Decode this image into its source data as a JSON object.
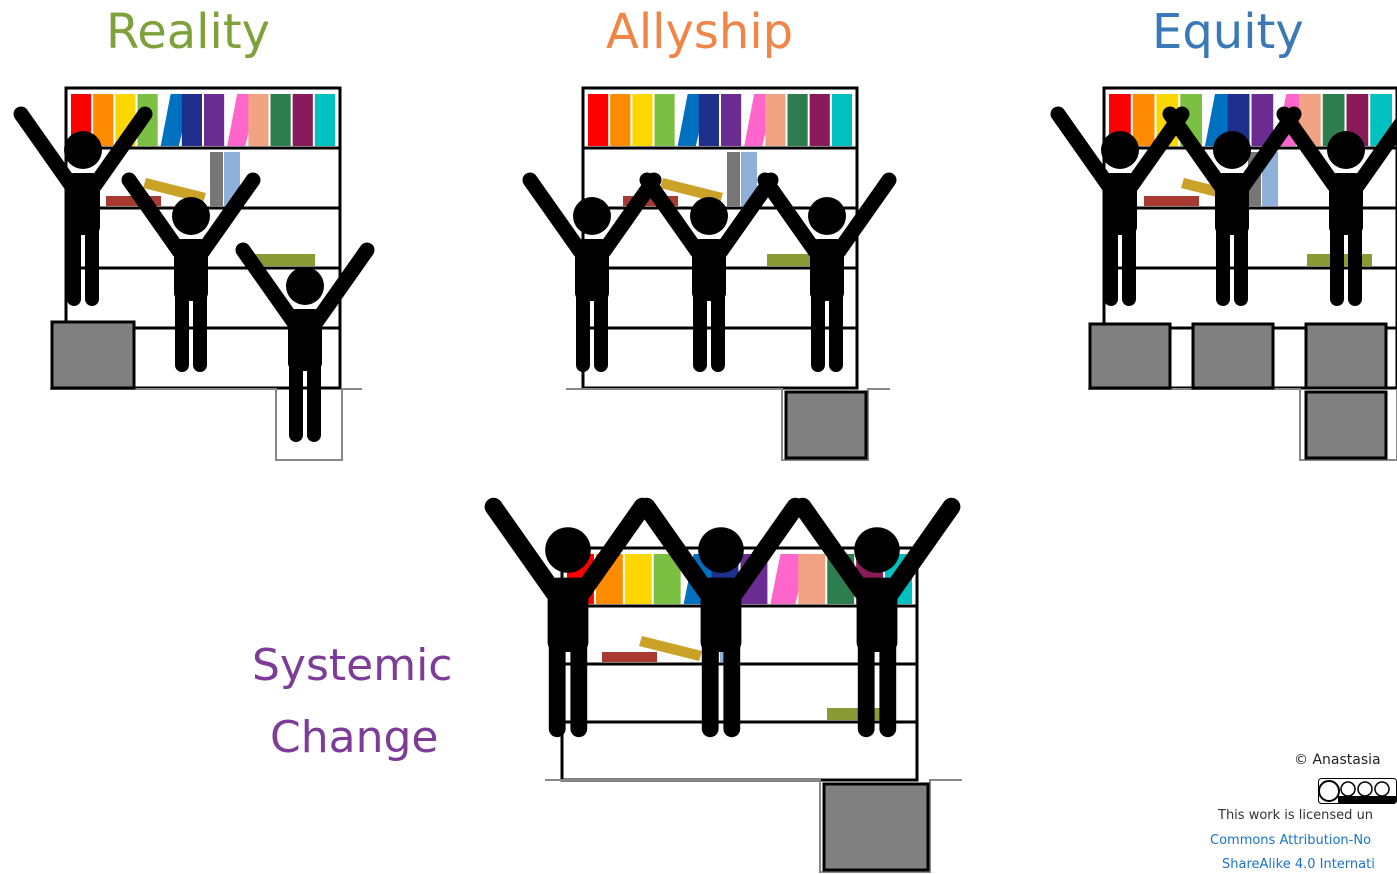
{
  "panels": [
    {
      "id": "reality",
      "title": "Reality"
    },
    {
      "id": "allyship",
      "title": "Allyship"
    },
    {
      "id": "equity",
      "title": "Equity"
    },
    {
      "id": "systemic",
      "title_line1": "Systemic",
      "title_line2": "Change"
    }
  ],
  "colors": {
    "reality": "#7da23a",
    "allyship": "#ef8546",
    "equity": "#3a78b8",
    "systemic": "#7c3c98",
    "person": "#000000",
    "box": "#808080",
    "books": [
      "#ff0000",
      "#ff8c00",
      "#ffd700",
      "#7cc043",
      "#0070c0",
      "#1f2f8c",
      "#6a2c91",
      "#ff66cc",
      "#f2a383",
      "#2e7d4f",
      "#8b1a5a",
      "#00c0c0"
    ]
  },
  "credit": {
    "author": "© Anastasia",
    "license_text": "This work is licensed un",
    "link_line1": "Commons Attribution-No",
    "link_line2": "ShareAlike 4.0 Internati",
    "badge": "cc-by-nc-sa-badge"
  }
}
